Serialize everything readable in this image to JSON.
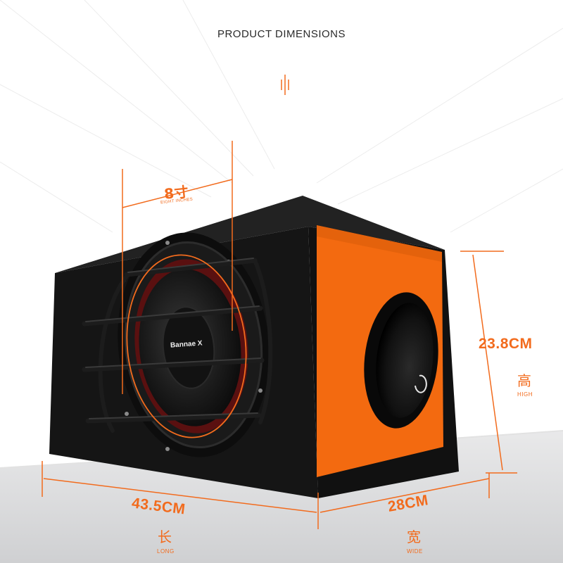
{
  "title": "PRODUCT DIMENSIONS",
  "accent_color": "#f26b1d",
  "cabinet_color": "#151515",
  "panel_color": "#f36a10",
  "brand_text": "Bannae X",
  "dimensions": {
    "speaker": {
      "value": "8寸",
      "sub": "EIGHT INCHES"
    },
    "height": {
      "value": "23.8CM",
      "zh": "高",
      "en": "HIGH"
    },
    "length": {
      "value": "43.5CM",
      "zh": "长",
      "en": "LONG"
    },
    "width": {
      "value": "28CM",
      "zh": "宽",
      "en": "WIDE"
    }
  }
}
